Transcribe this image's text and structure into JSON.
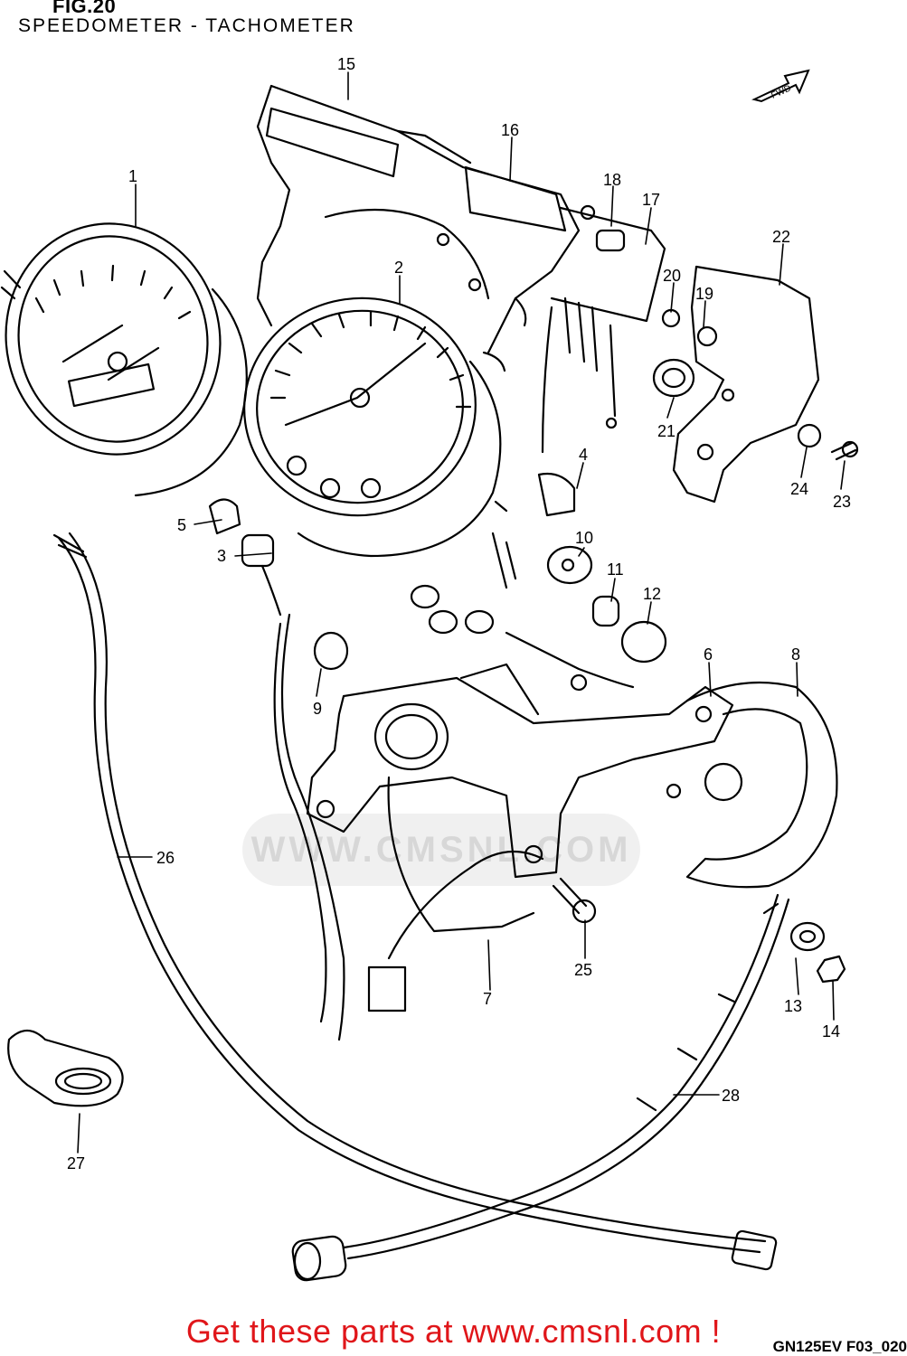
{
  "header": {
    "figure_number": "FIG.20",
    "title": "SPEEDOMETER - TACHOMETER",
    "direction_label": "FWD"
  },
  "callouts": [
    {
      "id": "1",
      "label": "1"
    },
    {
      "id": "2",
      "label": "2"
    },
    {
      "id": "3",
      "label": "3"
    },
    {
      "id": "4",
      "label": "4"
    },
    {
      "id": "5",
      "label": "5"
    },
    {
      "id": "6",
      "label": "6"
    },
    {
      "id": "7",
      "label": "7"
    },
    {
      "id": "8",
      "label": "8"
    },
    {
      "id": "9",
      "label": "9"
    },
    {
      "id": "10",
      "label": "10"
    },
    {
      "id": "11",
      "label": "11"
    },
    {
      "id": "12",
      "label": "12"
    },
    {
      "id": "13",
      "label": "13"
    },
    {
      "id": "14",
      "label": "14"
    },
    {
      "id": "15",
      "label": "15"
    },
    {
      "id": "16",
      "label": "16"
    },
    {
      "id": "17",
      "label": "17"
    },
    {
      "id": "18",
      "label": "18"
    },
    {
      "id": "19",
      "label": "19"
    },
    {
      "id": "20",
      "label": "20"
    },
    {
      "id": "21",
      "label": "21"
    },
    {
      "id": "22",
      "label": "22"
    },
    {
      "id": "23",
      "label": "23"
    },
    {
      "id": "24",
      "label": "24"
    },
    {
      "id": "25",
      "label": "25"
    },
    {
      "id": "26",
      "label": "26"
    },
    {
      "id": "27",
      "label": "27"
    },
    {
      "id": "28",
      "label": "28"
    }
  ],
  "watermark": "WWW.CMSNL.COM",
  "footer": {
    "link_text": "Get these parts at www.cmsnl.com !",
    "model_code": "GN125EV F03_020"
  },
  "colors": {
    "line": "#000000",
    "footer_link": "#e0161a",
    "background": "#ffffff"
  }
}
